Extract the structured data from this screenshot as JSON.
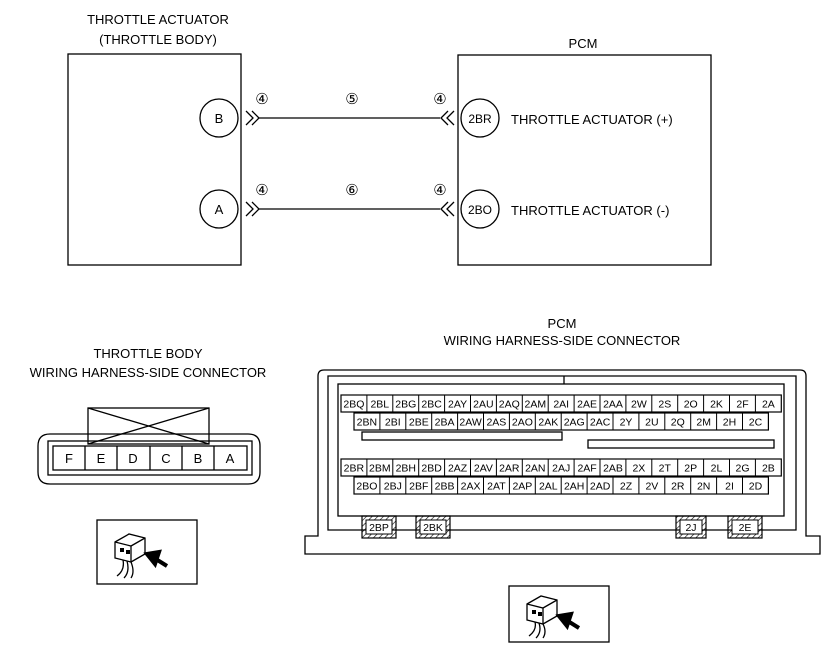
{
  "top": {
    "throttle_title_1": "THROTTLE ACTUATOR",
    "throttle_title_2": "(THROTTLE BODY)",
    "pcm_title": "PCM",
    "term_b": "B",
    "term_a": "A",
    "term_2br": "2BR",
    "term_2bo": "2BO",
    "label_plus": "THROTTLE ACTUATOR (+)",
    "label_minus": "THROTTLE ACTUATOR (-)",
    "wire_b": {
      "left": "④",
      "mid": "⑤",
      "right": "④"
    },
    "wire_a": {
      "left": "④",
      "mid": "⑥",
      "right": "④"
    }
  },
  "throttle_connector": {
    "title_1": "THROTTLE BODY",
    "title_2": "WIRING HARNESS-SIDE CONNECTOR",
    "pins": [
      "F",
      "E",
      "D",
      "C",
      "B",
      "A"
    ]
  },
  "pcm_connector": {
    "title_1": "PCM",
    "title_2": "WIRING HARNESS-SIDE CONNECTOR",
    "rows": [
      [
        "2BQ",
        "2BL",
        "2BG",
        "2BC",
        "2AY",
        "2AU",
        "2AQ",
        "2AM",
        "2AI",
        "2AE",
        "2AA",
        "2W",
        "2S",
        "2O",
        "2K",
        "2F",
        "2A"
      ],
      [
        "2BN",
        "2BI",
        "2BE",
        "2BA",
        "2AW",
        "2AS",
        "2AO",
        "2AK",
        "2AG",
        "2AC",
        "2Y",
        "2U",
        "2Q",
        "2M",
        "2H",
        "2C"
      ],
      [
        "2BR",
        "2BM",
        "2BH",
        "2BD",
        "2AZ",
        "2AV",
        "2AR",
        "2AN",
        "2AJ",
        "2AF",
        "2AB",
        "2X",
        "2T",
        "2P",
        "2L",
        "2G",
        "2B"
      ],
      [
        "2BO",
        "2BJ",
        "2BF",
        "2BB",
        "2AX",
        "2AT",
        "2AP",
        "2AL",
        "2AH",
        "2AD",
        "2Z",
        "2V",
        "2R",
        "2N",
        "2I",
        "2D"
      ]
    ],
    "unused": [
      "2BP",
      "2BK",
      "2J",
      "2E"
    ]
  }
}
